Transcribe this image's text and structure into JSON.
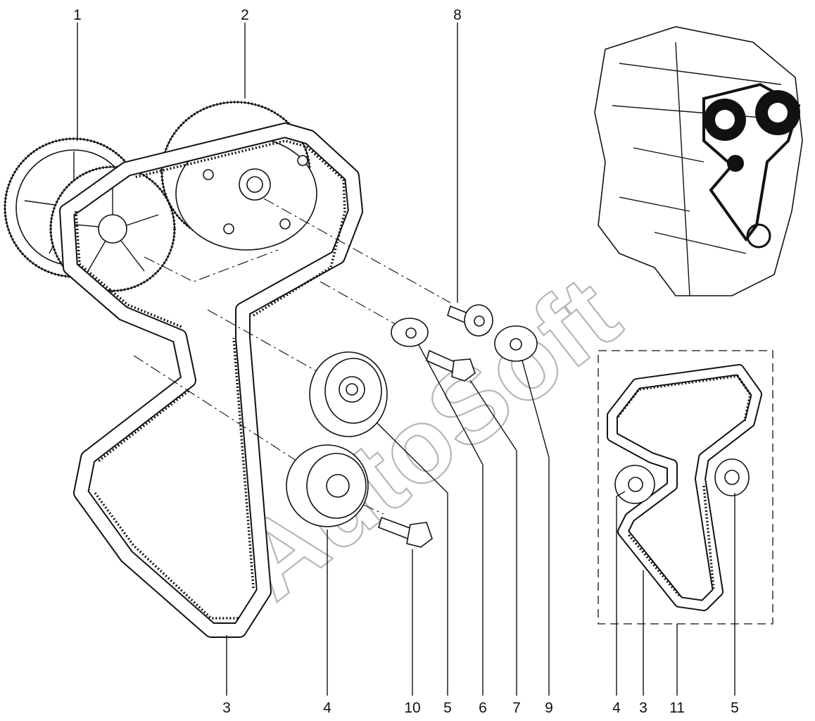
{
  "watermark": "AutoSoft",
  "callouts": {
    "top": [
      "1",
      "2",
      "8"
    ],
    "bottom": [
      "3",
      "4",
      "10",
      "5",
      "6",
      "7",
      "9"
    ],
    "kit": [
      "4",
      "3",
      "11",
      "5"
    ]
  }
}
